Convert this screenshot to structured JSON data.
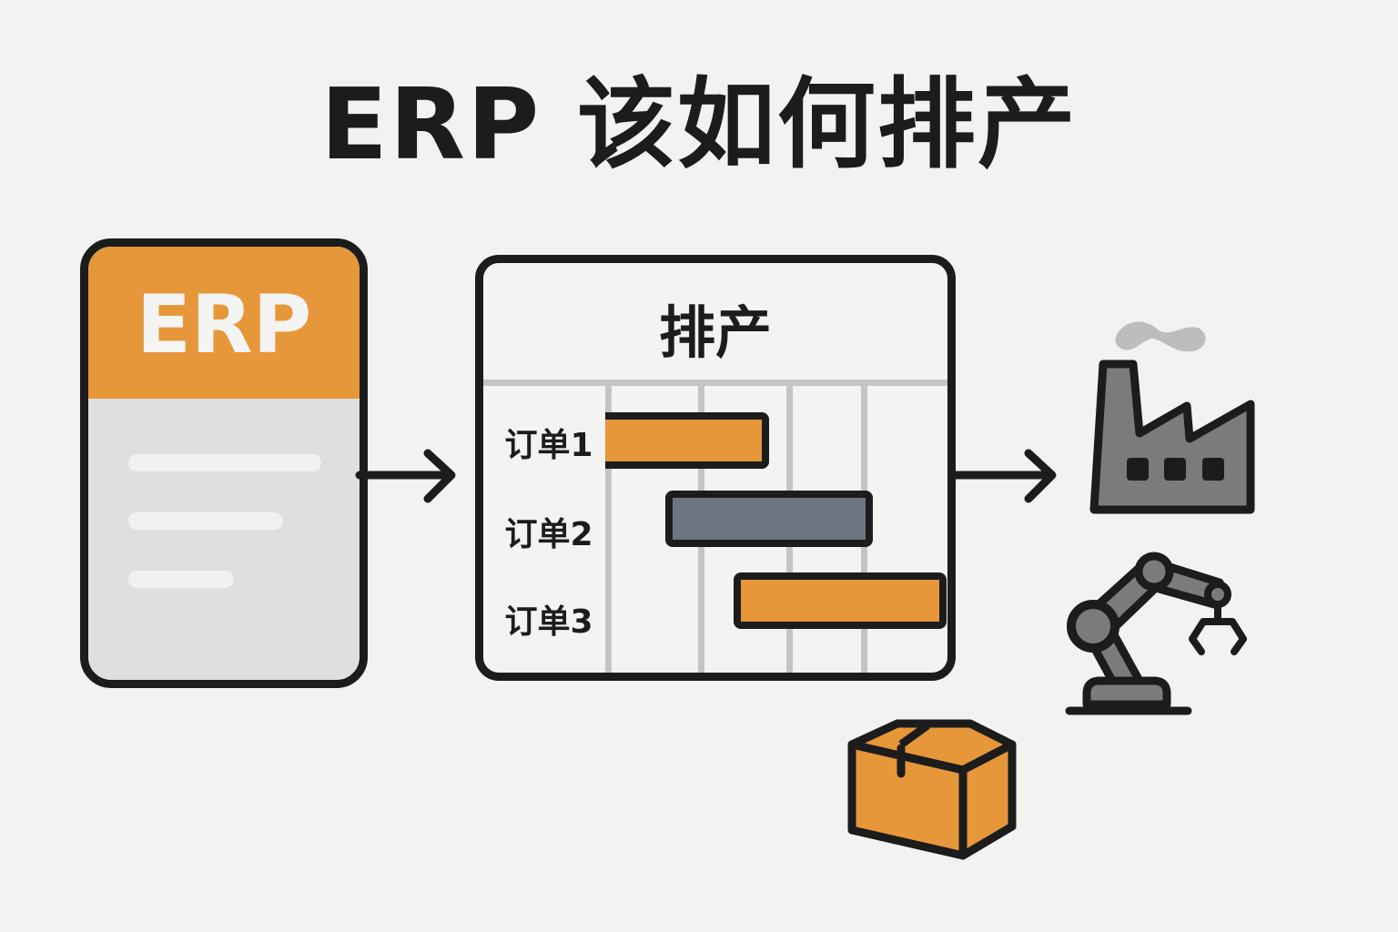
{
  "title": "ERP 该如何排产",
  "erp_card": {
    "label": "ERP",
    "header_color": "#e6973a",
    "body_color": "#dfdfdf",
    "text_lines": 3
  },
  "schedule": {
    "title": "排产",
    "columns": 4,
    "rows": [
      {
        "label": "订单1",
        "start": 0.0,
        "end": 1.7,
        "color": "#e6973a"
      },
      {
        "label": "订单2",
        "start": 0.65,
        "end": 2.75,
        "color": "#6b7680"
      },
      {
        "label": "订单3",
        "start": 1.4,
        "end": 3.55,
        "color": "#e6973a"
      }
    ]
  },
  "flow": {
    "arrows": [
      "erp-to-schedule",
      "schedule-to-factory"
    ]
  },
  "icons": {
    "factory": "factory-icon",
    "robot_arm": "robot-arm-icon",
    "box": "box-icon",
    "gray_fill": "#7b7b7b",
    "outline": "#1c1c1c",
    "smoke": "#bdbdbd"
  }
}
